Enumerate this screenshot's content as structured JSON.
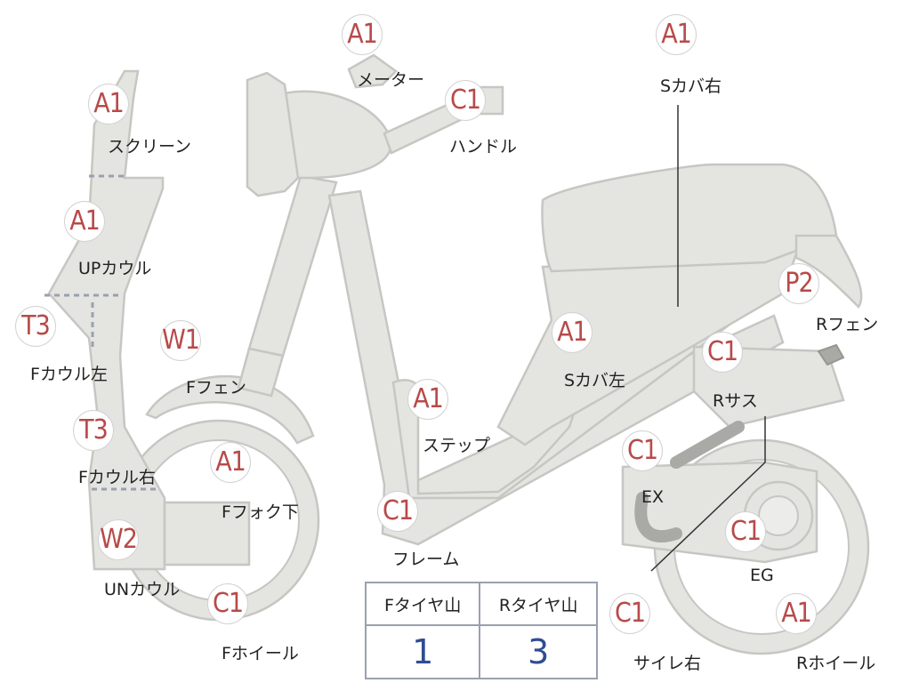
{
  "badges": {
    "screen": "A1",
    "upcowl": "A1",
    "fcowl_left": "T3",
    "fcowl_right": "T3",
    "uncowl": "W2",
    "ffender": "W1",
    "ffork": "A1",
    "fwheel": "C1",
    "meter": "A1",
    "handle": "C1",
    "frame": "C1",
    "step": "A1",
    "scover_left": "A1",
    "scover_right": "A1",
    "rfender": "P2",
    "rsus": "C1",
    "ex": "C1",
    "eg": "C1",
    "muffler": "C1",
    "rwheel": "A1"
  },
  "labels": {
    "screen": "スクリーン",
    "upcowl": "UPカウル",
    "fcowl_left": "Fカウル左",
    "fcowl_right": "Fカウル右",
    "uncowl": "UNカウル",
    "ffender": "Fフェン",
    "ffork": "Fフォク下",
    "fwheel": "Fホイール",
    "meter": "メーター",
    "handle": "ハンドル",
    "frame": "フレーム",
    "step": "ステップ",
    "scover_left": "Sカバ左",
    "scover_right": "Sカバ右",
    "rfender": "Rフェン",
    "rsus": "Rサス",
    "ex": "EX",
    "eg": "EG",
    "muffler": "サイレ右",
    "rwheel": "Rホイール"
  },
  "tire_table": {
    "headers": [
      "Fタイヤ山",
      "Rタイヤ山"
    ],
    "values": [
      "1",
      "3"
    ]
  },
  "colors": {
    "part_fill": "#e4e4e1",
    "badge_text": "#b84a4a",
    "table_value": "#2f4d92"
  }
}
